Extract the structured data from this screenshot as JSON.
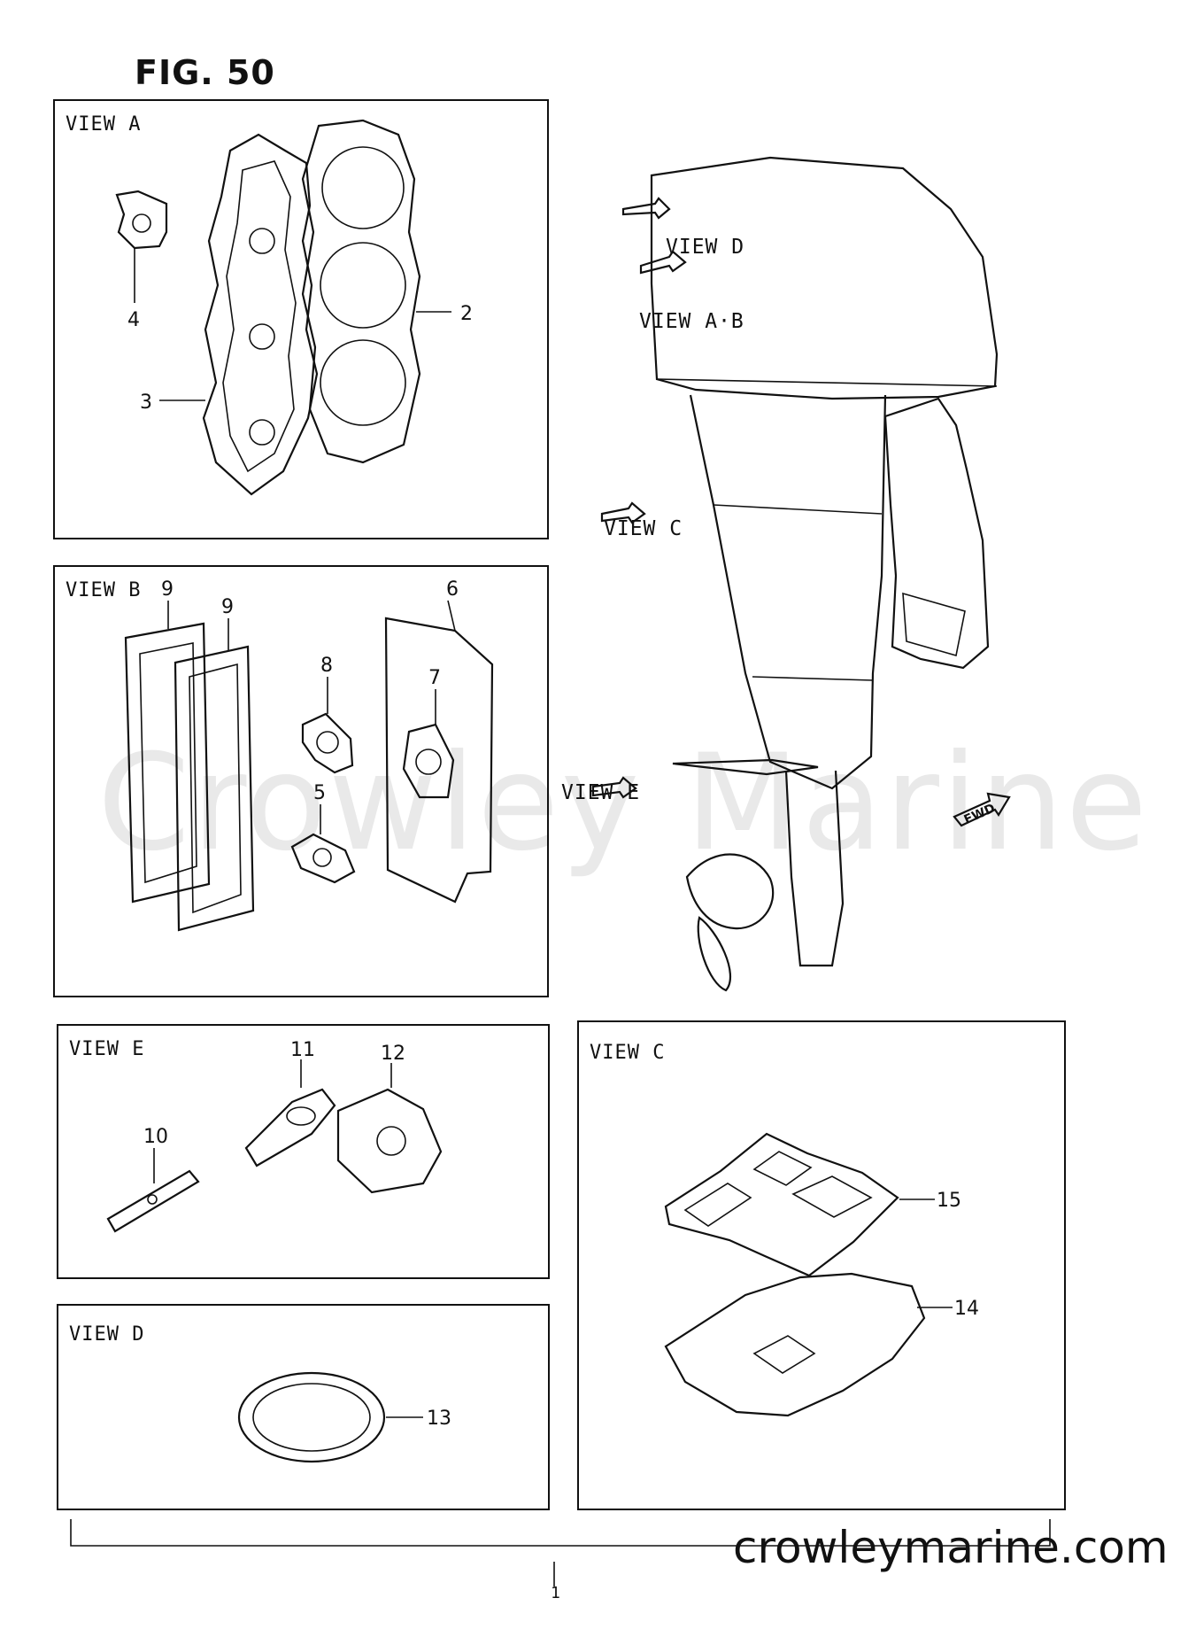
{
  "figure": {
    "title": "FIG. 50"
  },
  "watermark": "Crowley Marine",
  "footer": {
    "site": "crowleymarine.com",
    "page": "1"
  },
  "pointers": {
    "view_d": "VIEW D",
    "view_ab": "VIEW A·B",
    "view_c": "VIEW C",
    "view_e": "VIEW E",
    "fwd": "FWD"
  },
  "panels": {
    "a": {
      "label": "VIEW A",
      "parts": [
        "2",
        "3",
        "4"
      ]
    },
    "b": {
      "label": "VIEW B",
      "parts": [
        "9",
        "9",
        "6",
        "8",
        "7",
        "5"
      ]
    },
    "e": {
      "label": "VIEW E",
      "parts": [
        "11",
        "12",
        "10"
      ]
    },
    "c": {
      "label": "VIEW C",
      "parts": [
        "15",
        "14"
      ]
    },
    "d": {
      "label": "VIEW D",
      "parts": [
        "13"
      ]
    }
  }
}
